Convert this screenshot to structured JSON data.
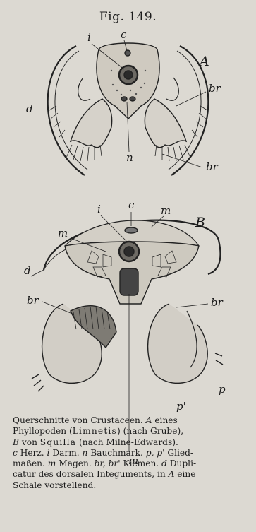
{
  "figure": {
    "title": "Fig. 149.",
    "panel_a": {
      "letter": "A",
      "labels": {
        "i": "i",
        "c": "c",
        "d": "d",
        "br_upper": "br",
        "br_lower": "br",
        "n": "n"
      }
    },
    "panel_b": {
      "letter": "B",
      "labels": {
        "i": "i",
        "c": "c",
        "m_top": "m",
        "m_left": "m",
        "d": "d",
        "br_left": "br",
        "br_right": "br",
        "p": "p",
        "p_prime": "p'",
        "m_bottom": "m"
      }
    }
  },
  "caption": {
    "lines": [
      [
        "Querschnitte von Crustaceen. ",
        "A",
        " eines"
      ],
      [
        "Phyllopoden (",
        "Limnetis",
        ") (nach Grube),"
      ],
      [
        "B",
        " von ",
        "Squilla",
        " (nach Milne-Edwards)."
      ],
      [
        "c",
        " Herz. ",
        "i",
        " Darm. ",
        "n",
        " Bauchmark. ",
        "p, p'",
        " Glied-"
      ],
      [
        "maßen. ",
        "m",
        " Magen. ",
        "br, br'",
        " Kiemen. ",
        "d",
        " Dupli-"
      ],
      [
        "catur des dorsalen Integuments, in ",
        "A",
        " eine"
      ],
      [
        "Schale vorstellend."
      ]
    ]
  }
}
